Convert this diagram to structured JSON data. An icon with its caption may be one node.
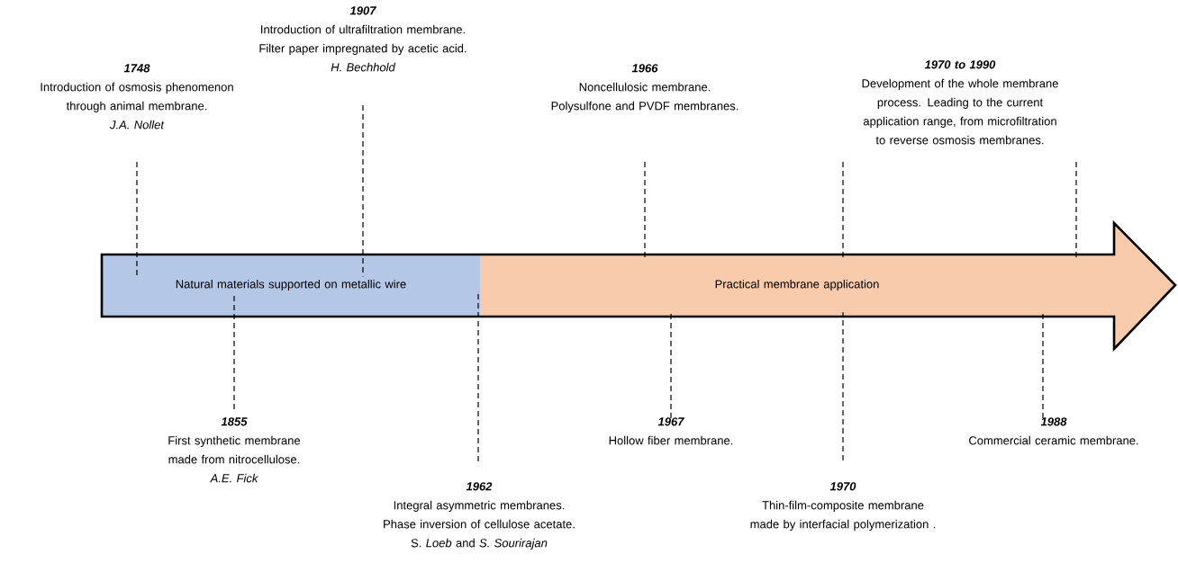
{
  "diagram": {
    "nodes": [
      {
        "text": [
          "Natural materials supported on metallic wire"
        ]
      },
      {
        "text": [
          "Practical membrane application"
        ]
      },
      {
        "text": [
          "1748",
          "Introduction of osmosis phenomenon through animal membrane.",
          "J.A. Nollet"
        ]
      },
      {
        "text": [
          "1907",
          "Introduction of ultrafiltration membrane. Filter paper impregnated by acetic acid.",
          "H. Bechhold"
        ]
      },
      {
        "text": [
          "1966",
          "Noncellulosic membrane. Polysulfone and PVDF membranes."
        ]
      },
      {
        "text": [
          "1970 to 1990",
          "Development of the whole membrane process. Leading to the current application range, from microfiltration to reverse osmosis membranes."
        ]
      },
      {
        "text": [
          "1855",
          "First synthetic membrane made from nitrocellulose.",
          "A.E. Fick"
        ]
      },
      {
        "text": [
          "1962",
          "Integral asymmetric membranes. Phase inversion of cellulose acetate.",
          "S. *Loeb* and *S. Sourirajan*"
        ]
      },
      {
        "text": [
          "1967",
          "Hollow fiber membrane."
        ]
      },
      {
        "text": [
          "1970",
          "Thin-film-composite membrane made by interfacial polymerization ."
        ]
      },
      {
        "text": [
          "1988",
          "Commercial ceramic membrane."
        ]
      }
    ],
    "edges": [
      {
        "from": 2,
        "to": 0,
        "arrow": "none",
        "style": "dashed"
      },
      {
        "from": 3,
        "to": 0,
        "arrow": "none",
        "style": "dashed"
      },
      {
        "from": 4,
        "to": 1,
        "arrow": "none",
        "style": "dashed"
      },
      {
        "from": 5,
        "to": 1,
        "arrow": "none",
        "style": "dashed"
      },
      {
        "from": 5,
        "to": 1,
        "arrow": "none",
        "style": "dashed"
      },
      {
        "from": 6,
        "to": 0,
        "arrow": "none",
        "style": "dashed"
      },
      {
        "from": 7,
        "to": 0,
        "arrow": "none",
        "style": "dashed"
      },
      {
        "from": 8,
        "to": 1,
        "arrow": "none",
        "style": "dashed"
      },
      {
        "from": 9,
        "to": 1,
        "arrow": "none",
        "style": "dashed"
      },
      {
        "from": 10,
        "to": 1,
        "arrow": "none",
        "style": "dashed"
      }
    ]
  }
}
